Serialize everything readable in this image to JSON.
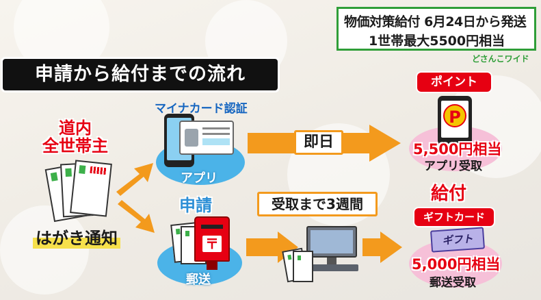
{
  "headline": {
    "line1": "物価対策給付  6月24日から発送",
    "line2": "1世帯最大5500円相当"
  },
  "station_logo": "どさんこワイド",
  "title": "申請から給付までの流れ",
  "sender": {
    "label_line1": "道内",
    "label_line2": "全世帯主",
    "postcard_label": "はがき通知"
  },
  "apply": {
    "label": "申請",
    "app_method_caption": "マイナカード認証",
    "app_label": "アプリ",
    "mail_label": "郵送"
  },
  "timing": {
    "same_day": "即日",
    "three_weeks": "受取まで3週間"
  },
  "benefit": {
    "label": "給付",
    "point_tag": "ポイント",
    "point_icon": "P",
    "point_amount": "5,500円相当",
    "point_receive": "アプリ受取",
    "gift_tag": "ギフトカード",
    "gift_card_text": "ギフト",
    "gift_amount": "5,000円相当",
    "gift_receive": "郵送受取"
  },
  "colors": {
    "accent_red": "#e60012",
    "accent_orange": "#f39a1d",
    "accent_blue": "#4bb3e8",
    "accent_green": "#2f9e38",
    "accent_pink": "#f6c0d8"
  }
}
